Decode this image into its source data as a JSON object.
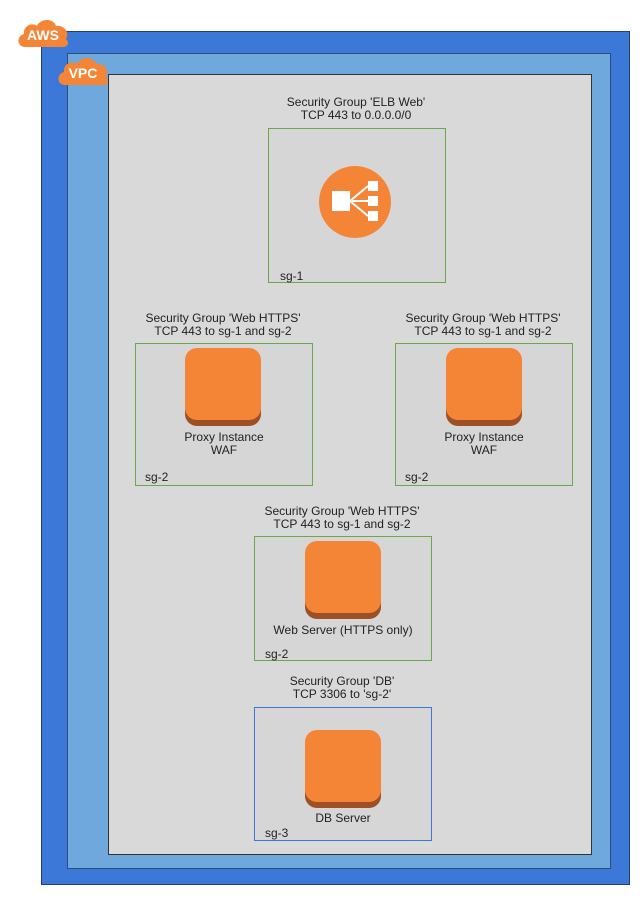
{
  "aws": {
    "label": "AWS",
    "color": "#3c78d8"
  },
  "vpc": {
    "label": "VPC",
    "color": "#6fa8dc"
  },
  "groups": {
    "elb": {
      "name": "Security Group 'ELB Web'",
      "rule": "TCP 443 to 0.0.0.0/0",
      "id": "sg-1",
      "icon": "elastic-load-balancer-icon"
    },
    "proxy_left": {
      "name": "Security Group 'Web HTTPS'",
      "rule": "TCP 443 to sg-1 and sg-2",
      "id": "sg-2",
      "label_1": "Proxy Instance",
      "label_2": "WAF",
      "icon": "instance-icon"
    },
    "proxy_right": {
      "name": "Security Group 'Web HTTPS'",
      "rule": "TCP 443 to sg-1 and sg-2",
      "id": "sg-2",
      "label_1": "Proxy Instance",
      "label_2": "WAF",
      "icon": "instance-icon"
    },
    "web": {
      "name": "Security Group 'Web HTTPS'",
      "rule": "TCP 443 to sg-1 and sg-2",
      "id": "sg-2",
      "label_1": "Web Server (HTTPS only)",
      "icon": "instance-icon"
    },
    "db": {
      "name": "Security Group 'DB'",
      "rule": "TCP 3306 to 'sg-2'",
      "id": "sg-3",
      "label_1": "DB Server",
      "icon": "instance-icon"
    }
  },
  "colors": {
    "instance_orange": "#f58536",
    "sg_border_green": "#6aa84f",
    "sg_border_blue": "#3c78d8"
  }
}
